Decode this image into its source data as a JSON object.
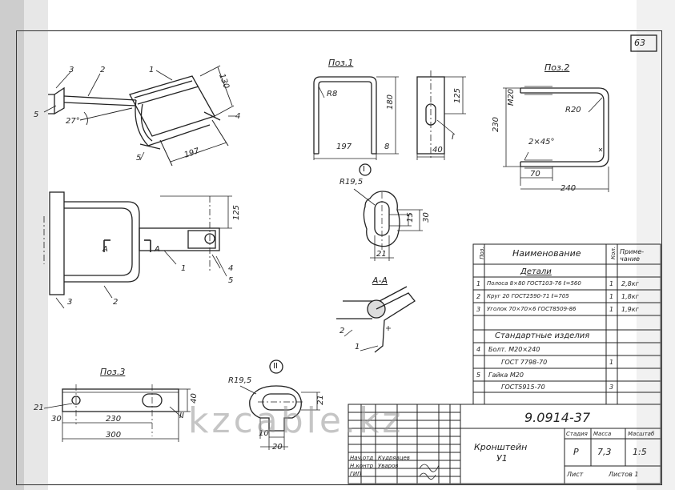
{
  "sheet": {
    "number": "63"
  },
  "labels": {
    "pos1": "Поз.1",
    "pos2": "Поз.2",
    "pos3": "Поз.3",
    "sec_a": "А-А",
    "view_1": "I",
    "view_2": "II",
    "a_left": "А",
    "a_right": "А"
  },
  "callouts": [
    "1",
    "2",
    "3",
    "4",
    "5"
  ],
  "dims": {
    "iso_197": "197",
    "iso_130": "130",
    "iso_27": "27°",
    "p1_r8": "R8",
    "p1_197": "197",
    "p1_8": "8",
    "p1_180": "180",
    "p1_125": "125",
    "p1_40": "40",
    "p2_r20": "R20",
    "p2_m20": "M20",
    "p2_230": "230",
    "p2_chamfer": "2×45°",
    "p2_70": "70",
    "p2_240": "240",
    "v1_r": "R19,5",
    "v1_15": "15",
    "v1_30": "30",
    "v1_21": "21",
    "v2_r": "R19,5",
    "v2_21": "21",
    "v2_10": "10",
    "v2_20": "20",
    "p3_21": "21",
    "p3_30": "30",
    "p3_230": "230",
    "p3_300": "300",
    "p3_40": "40",
    "front_125": "125"
  },
  "spec": {
    "headers": {
      "pos": "Поз.",
      "name": "Наименование",
      "qty": "Кол.",
      "note": "Приме-чание"
    },
    "section_details": "Детали",
    "section_std": "Стандартные изделия",
    "rows": [
      {
        "pos": "1",
        "name": "Полоса 8×80 ГОСТ103-76 ℓ=560",
        "qty": "1",
        "note": "2,8кг"
      },
      {
        "pos": "2",
        "name": "Круг 20 ГОСТ2590-71 ℓ=705",
        "qty": "1",
        "note": "1,8кг"
      },
      {
        "pos": "3",
        "name": "Уголок 70×70×6 ГОСТ8509-86",
        "qty": "1",
        "note": "1,9кг"
      },
      {
        "pos": "4",
        "name": "Болт. М20×240",
        "qty": "",
        "note": ""
      },
      {
        "pos": "",
        "name": "ГОСТ 7798-70",
        "qty": "1",
        "note": ""
      },
      {
        "pos": "5",
        "name": "Гайка М20",
        "qty": "",
        "note": ""
      },
      {
        "pos": "",
        "name": "ГОСТ5915-70",
        "qty": "3",
        "note": ""
      }
    ]
  },
  "title_block": {
    "doc_code": "9.0914-37",
    "title": "Кронштейн",
    "subtitle": "У1",
    "h_stage": "Стадия",
    "h_mass": "Масса",
    "h_scale": "Масштаб",
    "stage": "Р",
    "mass": "7,3",
    "scale": "1:5",
    "sheets": "Листов 1",
    "sheet": "Лист",
    "roles": [
      "Нач.отд",
      "Н.контр",
      "ГИП"
    ],
    "names": [
      "Кудрявцев",
      "Уваров",
      ""
    ]
  },
  "watermark": "kzcable.kz"
}
